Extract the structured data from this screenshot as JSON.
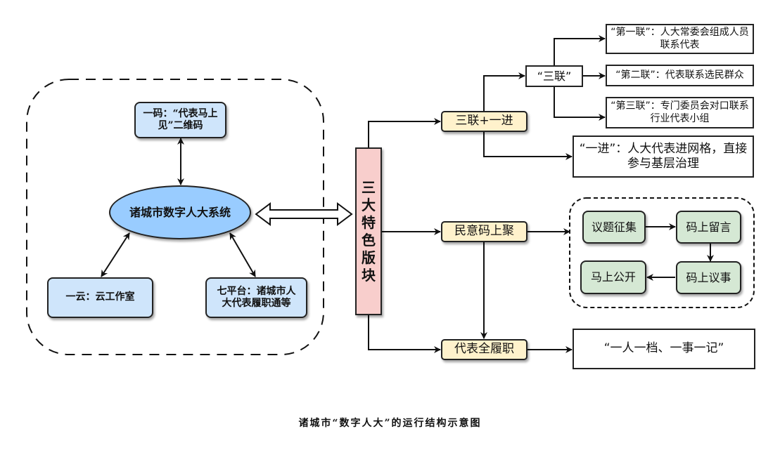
{
  "caption": "诸城市“数字人大”的运行结构示意图",
  "left_group": {
    "center": "诸城市数字人大系统",
    "top_node": "一码：“代表马上见”二维码",
    "bottom_left_node": "一云：云工作室",
    "bottom_right_node": "七平台：诸城市人大代表履职通等"
  },
  "core": {
    "label_chars": [
      "三",
      "大",
      "特",
      "色",
      "版",
      "块"
    ]
  },
  "branches": {
    "sanlian_yijin": {
      "label": "三联+一进",
      "sanlian": "“三联”",
      "items": [
        "“第一联”：人大常委会组成人员联系代表",
        "“第二联”：代表联系选民群众",
        "“第三联”：专门委员会对口联系行业代表小组"
      ],
      "yijin": "“一进”：人大代表进网格，直接参与基层治理"
    },
    "minyi": {
      "label": "民意码上聚",
      "steps": [
        "议题征集",
        "码上留言",
        "码上议事",
        "马上公开"
      ]
    },
    "lvzhi": {
      "label": "代表全履职",
      "result": "“一人一档、一事一记”"
    }
  },
  "colors": {
    "ellipse": "#99ccff",
    "blue_box": "#cfe5fb",
    "core_box": "#f8cecc",
    "yellow_box": "#fff2cc",
    "green_box": "#d5e8d4"
  }
}
